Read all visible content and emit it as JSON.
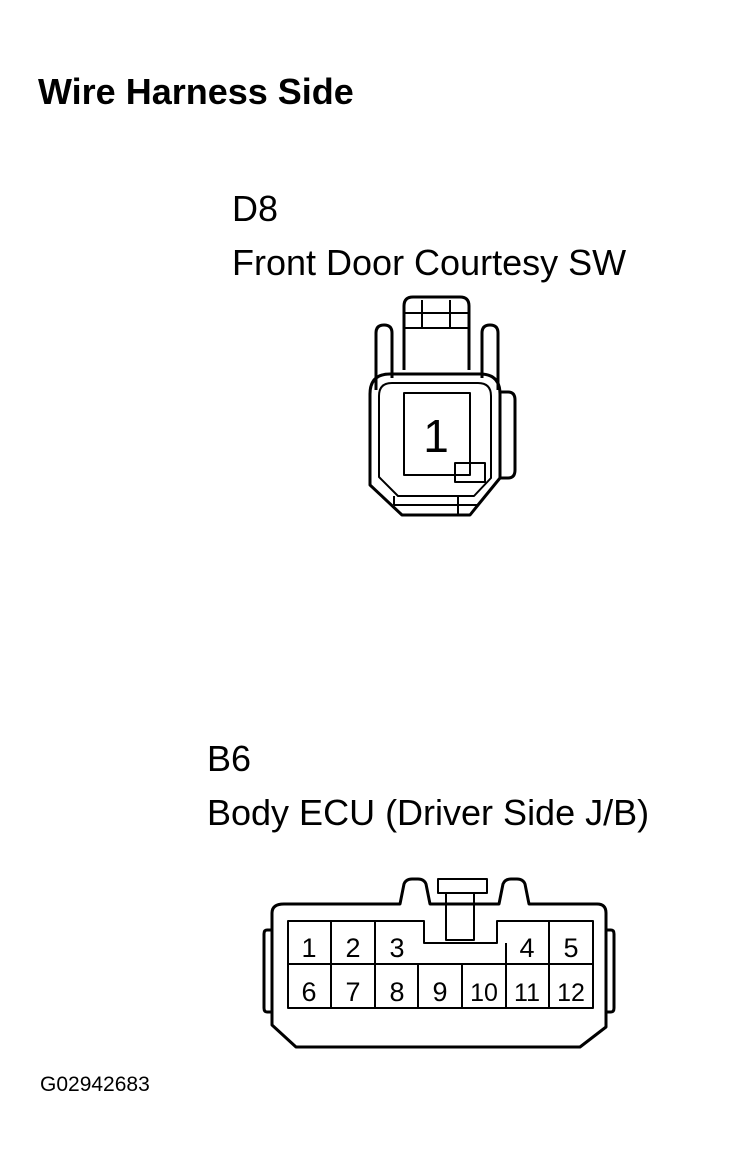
{
  "title": "Wire Harness Side",
  "connector_d8": {
    "code": "D8",
    "name": "Front Door Courtesy SW",
    "pins": [
      "1"
    ]
  },
  "connector_b6": {
    "code": "B6",
    "name": "Body ECU (Driver Side J/B)",
    "pins_top": [
      "1",
      "2",
      "3",
      "4",
      "5"
    ],
    "pins_bottom": [
      "6",
      "7",
      "8",
      "9",
      "10",
      "11",
      "12"
    ]
  },
  "figure_code": "G02942683"
}
